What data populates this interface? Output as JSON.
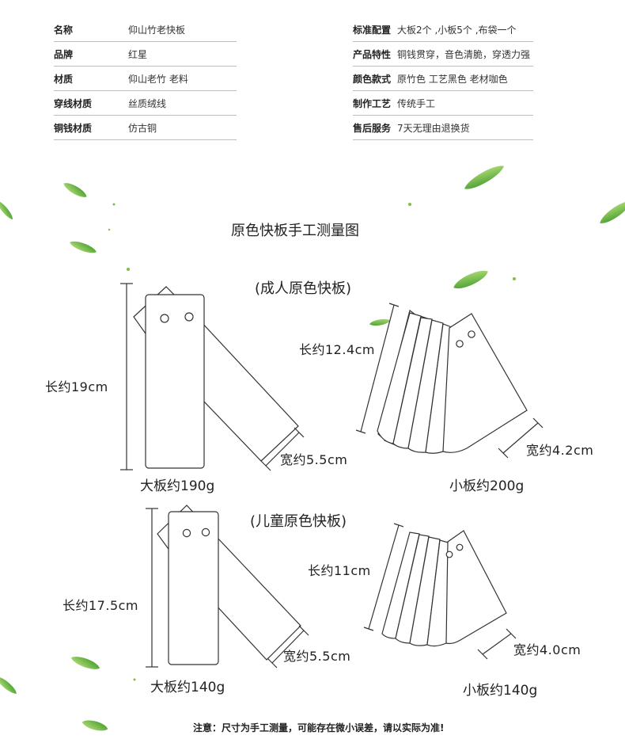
{
  "specs_left": [
    {
      "key": "名称",
      "value": "仰山竹老快板"
    },
    {
      "key": "品牌",
      "value": "红星"
    },
    {
      "key": "材质",
      "value": "仰山老竹  老料"
    },
    {
      "key": "穿线材质",
      "value": "丝质绒线"
    },
    {
      "key": "铜钱材质",
      "value": "仿古铜"
    }
  ],
  "specs_right": [
    {
      "key": "标准配置",
      "value": "大板2个 ,小板5个 ,布袋一个"
    },
    {
      "key": "产品特性",
      "value": "铜钱贯穿，音色清脆，穿透力强"
    },
    {
      "key": "颜色款式",
      "value": "原竹色    工艺黑色    老材咖色"
    },
    {
      "key": "制作工艺",
      "value": "传统手工"
    },
    {
      "key": "售后服务",
      "value": "7天无理由退换货"
    }
  ],
  "diagram": {
    "title": "原色快板手工测量图",
    "adult": {
      "title": "(成人原色快板)",
      "large_length": "长约19cm",
      "large_width": "宽约5.5cm",
      "large_weight": "大板约190g",
      "small_length": "长约12.4cm",
      "small_width": "宽约4.2cm",
      "small_weight": "小板约200g"
    },
    "child": {
      "title": "(儿童原色快板)",
      "large_length": "长约17.5cm",
      "large_width": "宽约5.5cm",
      "large_weight": "大板约140g",
      "small_length": "长约11cm",
      "small_width": "宽约4.0cm",
      "small_weight": "小板约140g"
    }
  },
  "footer_note": "注意：尺寸为手工测量，可能存在微小误差，请以实际为准!",
  "colors": {
    "leaf": "#7cc142",
    "leaf_dark": "#3f9a2b",
    "outline": "#333333"
  }
}
